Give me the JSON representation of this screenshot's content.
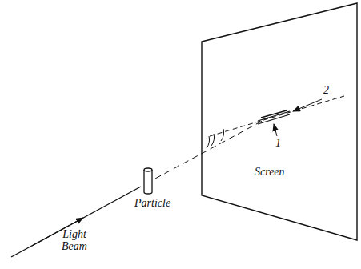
{
  "diagram": {
    "labels": [
      "Light Beam",
      "Particle",
      "Screen",
      "1",
      "2"
    ]
  }
}
